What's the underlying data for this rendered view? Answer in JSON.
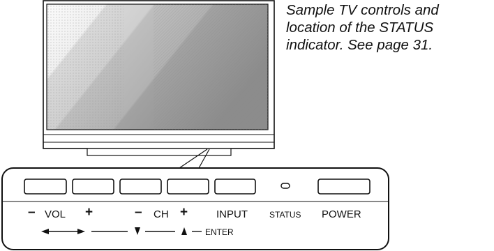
{
  "caption": {
    "line1": "Sample TV controls and",
    "line2": "location of the STATUS",
    "line3": "indicator.  See page 31."
  },
  "controls": {
    "vol_minus": "–",
    "vol_label": "VOL",
    "vol_plus": "+",
    "ch_minus": "–",
    "ch_label": "CH",
    "ch_plus": "+",
    "input_label": "INPUT",
    "status_label": "STATUS",
    "power_label": "POWER",
    "enter_label": "ENTER"
  },
  "colors": {
    "line": "#111111",
    "screen_light": "#f4f4f4",
    "screen_mid": "#bdbdbd",
    "screen_dark": "#8a8a8a"
  },
  "icons": {
    "left_arrow": "left-arrow-icon",
    "right_arrow": "right-arrow-icon",
    "down_arrow": "down-arrow-icon",
    "up_arrow": "up-arrow-icon"
  }
}
